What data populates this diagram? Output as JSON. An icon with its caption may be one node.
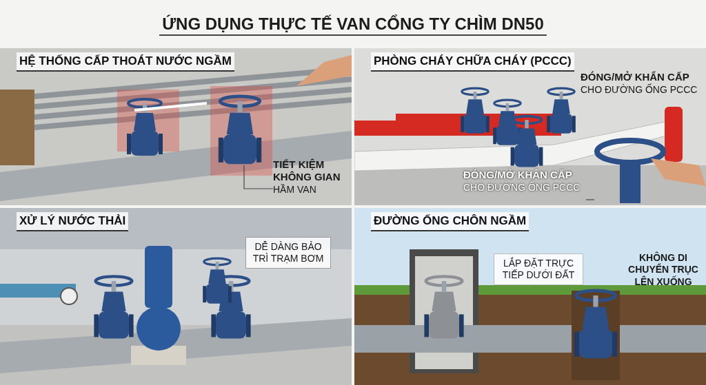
{
  "diagram": {
    "title": "ỨNG DỤNG THỰC TẾ VAN CỔNG TY CHÌM DN50",
    "nodes": [
      {
        "text": [
          "HỆ THỐNG CẤP THOÁT NƯỚC NGẦM"
        ]
      },
      {
        "text": [
          "TIẾT KIỆM KHÔNG GIAN",
          "HẦM VAN"
        ],
        "in": 0
      },
      {
        "text": [
          "PHÒNG CHÁY CHỮA CHÁY (PCCC)"
        ]
      },
      {
        "text": [
          "ĐÓNG/MỞ KHẨN CẤP",
          "CHO ĐƯỜNG ỐNG PCCC"
        ],
        "in": 2
      },
      {
        "text": [
          "ĐÓNG/MỞ KHẨN CẤP",
          "CHO ĐƯỜNG ỐNG PCCC"
        ],
        "in": 2
      },
      {
        "text": [
          "XỬ LÝ NƯỚC THẢI"
        ]
      },
      {
        "text": [
          "DỄ DÀNG BẢO TRÌ TRẠM BƠM"
        ],
        "in": 5
      },
      {
        "text": [
          "ĐƯỜNG ỐNG CHÔN NGẦM"
        ]
      },
      {
        "text": [
          "LẮP ĐẶT TRỰC TIẾP DƯỚI ĐẤT"
        ]
      },
      {
        "text": [
          "KHÔNG DI CHUYỂN TRỤC LÊN XUỐNG"
        ]
      }
    ],
    "edges": [
      {
        "from": 1,
        "to": null,
        "arrow": "none"
      },
      {
        "from": 4,
        "to": null,
        "arrow": "none"
      }
    ]
  }
}
